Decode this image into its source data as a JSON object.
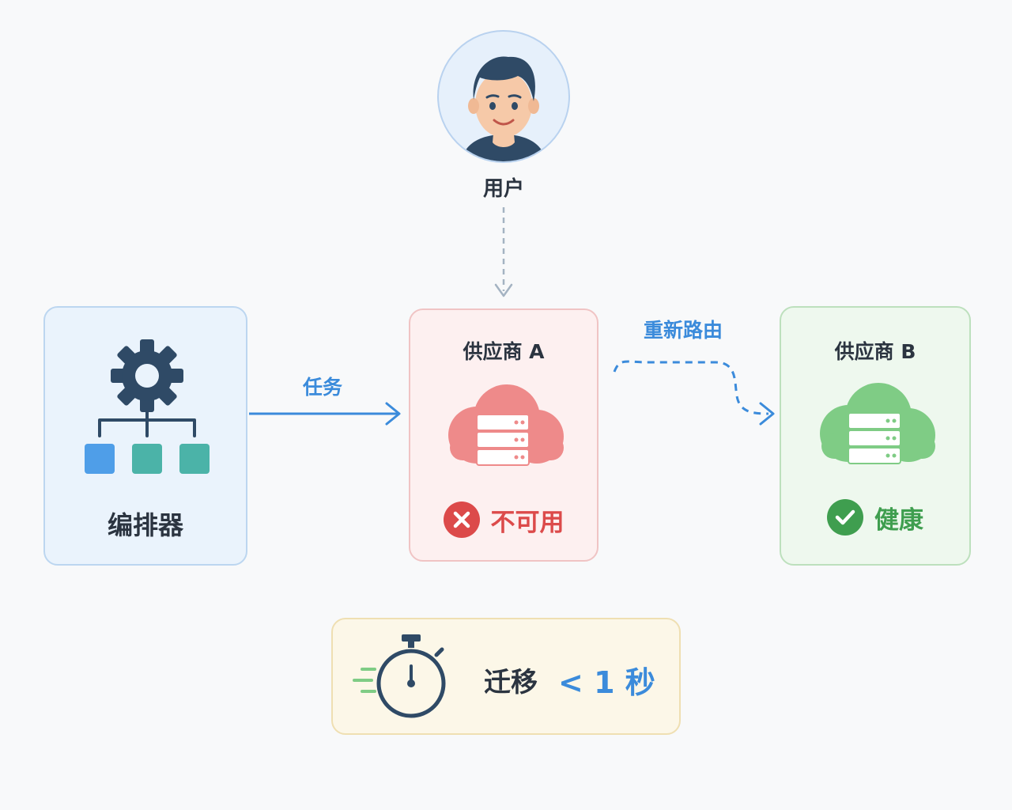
{
  "user": {
    "label": "用户",
    "icon": "user-avatar-icon"
  },
  "orchestrator": {
    "label": "编排器",
    "icon": "gear-hierarchy-icon",
    "colors": {
      "gear": "#2f4a66",
      "node1": "#4f9ee8",
      "node2": "#4bb3a8",
      "node3": "#4bb3a8"
    }
  },
  "edges": {
    "task_label": "任务",
    "reroute_label": "重新路由"
  },
  "provider_a": {
    "title": "供应商 A",
    "status": "不可用",
    "status_icon": "error-x-icon",
    "status_color": "#dc4a4a",
    "cloud_color": "#ee8a8a"
  },
  "provider_b": {
    "title": "供应商 B",
    "status": "健康",
    "status_icon": "check-circle-icon",
    "status_color": "#3f9e4f",
    "cloud_color": "#7fcc85"
  },
  "migration": {
    "label": "迁移",
    "value": "< 1 秒",
    "icon": "stopwatch-icon"
  },
  "colors": {
    "accent": "#3b8bdb",
    "dark": "#2f4a66",
    "user_arrow": "#a4b3c2"
  }
}
